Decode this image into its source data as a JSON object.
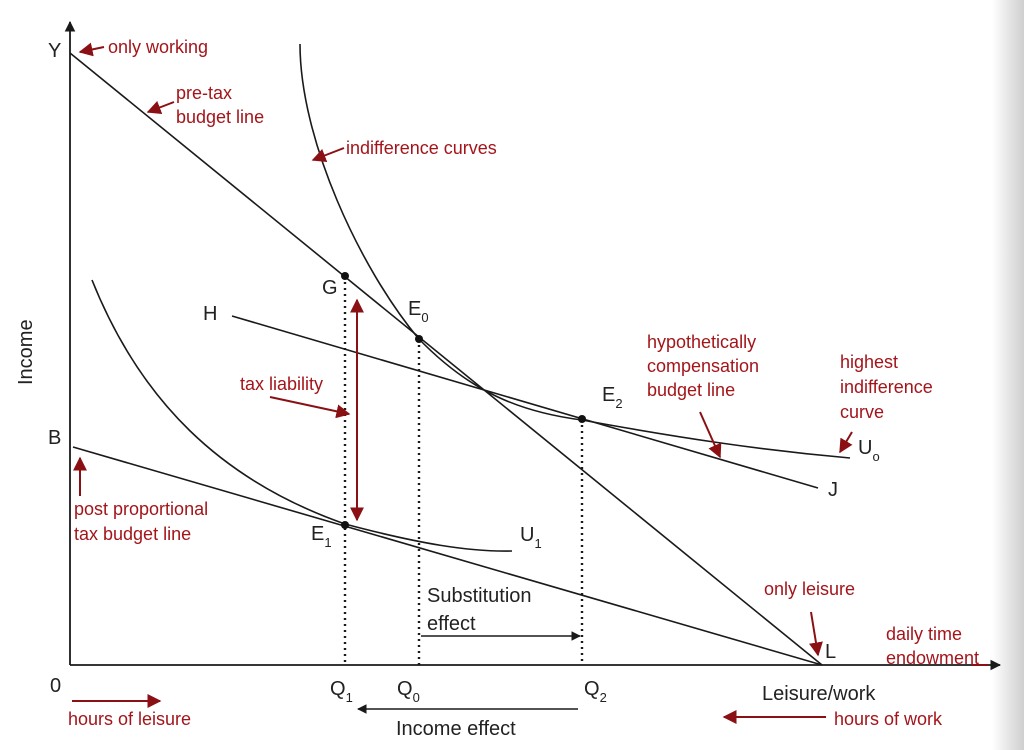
{
  "axes": {
    "y_axis_label": "Income",
    "x_axis_label": "Leisure/work",
    "origin": "0"
  },
  "points": {
    "Y": "Y",
    "B": "B",
    "H": "H",
    "G": "G",
    "E0": "E",
    "E0_sub": "0",
    "E1": "E",
    "E1_sub": "1",
    "E2": "E",
    "E2_sub": "2",
    "U0": "U",
    "U0_sub": "o",
    "U1": "U",
    "U1_sub": "1",
    "J": "J",
    "L": "L",
    "Q1": "Q",
    "Q1_sub": "1",
    "Q0": "Q",
    "Q0_sub": "0",
    "Q2": "Q",
    "Q2_sub": "2"
  },
  "effects": {
    "substitution_line1": "Substitution",
    "substitution_line2": "effect",
    "income": "Income effect"
  },
  "annotations": {
    "only_working": "only working",
    "pre_tax_line1": "pre-tax",
    "pre_tax_line2": "budget line",
    "indifference_curves": "indifference curves",
    "tax_liability": "tax liability",
    "post_tax_line1": "post proportional",
    "post_tax_line2": "tax budget line",
    "hypothetical_line1": "hypothetically",
    "hypothetical_line2": "compensation",
    "hypothetical_line3": "budget line",
    "highest_line1": "highest",
    "highest_line2": "indifference",
    "highest_line3": "curve",
    "only_leisure": "only leisure",
    "daily_line1": "daily time",
    "daily_line2": "endowment",
    "hours_of_leisure": "hours of leisure",
    "hours_of_work": "hours of work"
  },
  "colors": {
    "annotation_red": "#a3151a",
    "line_black": "#1a1a1a"
  }
}
